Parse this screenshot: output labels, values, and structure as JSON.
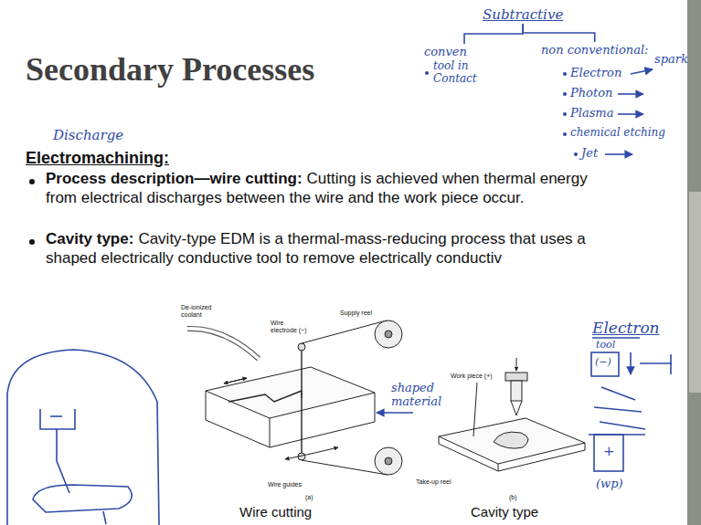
{
  "diagram": {
    "title": "Secondary Processes",
    "nodes": [
      {
        "text": [
          "Subtractive"
        ]
      },
      {
        "text": [
          "conven",
          "tool in Contact"
        ]
      },
      {
        "text": [
          "non conventional:"
        ]
      }
    ],
    "edges": [
      {
        "from": 0,
        "to": 1,
        "arrow": "none"
      },
      {
        "from": 0,
        "to": 2,
        "arrow": "none"
      }
    ],
    "labels": [
      "Discharge",
      "Electromachining:",
      "Process description—wire cutting:",
      "Cutting is achieved when thermal energy from electrical discharges between the wire and the work piece occur.",
      "Cavity type:",
      "Cavity-type EDM is a thermal-mass-reducing process that uses a shaped electrically conductive tool to remove electrically conductiv",
      "Electron",
      "spark",
      "Photon",
      "Plasma",
      "chemical etching",
      "Jet",
      "De-ionized coolant",
      "Wire electrode (−)",
      "Supply reel",
      "shaped material",
      "Work piece (+)",
      "Take-up reel",
      "Wire guides",
      "(a)",
      "(b)",
      "Wire cutting",
      "Cavity type",
      "Electron",
      "tool",
      "(−)",
      "+",
      "(wp)"
    ]
  }
}
